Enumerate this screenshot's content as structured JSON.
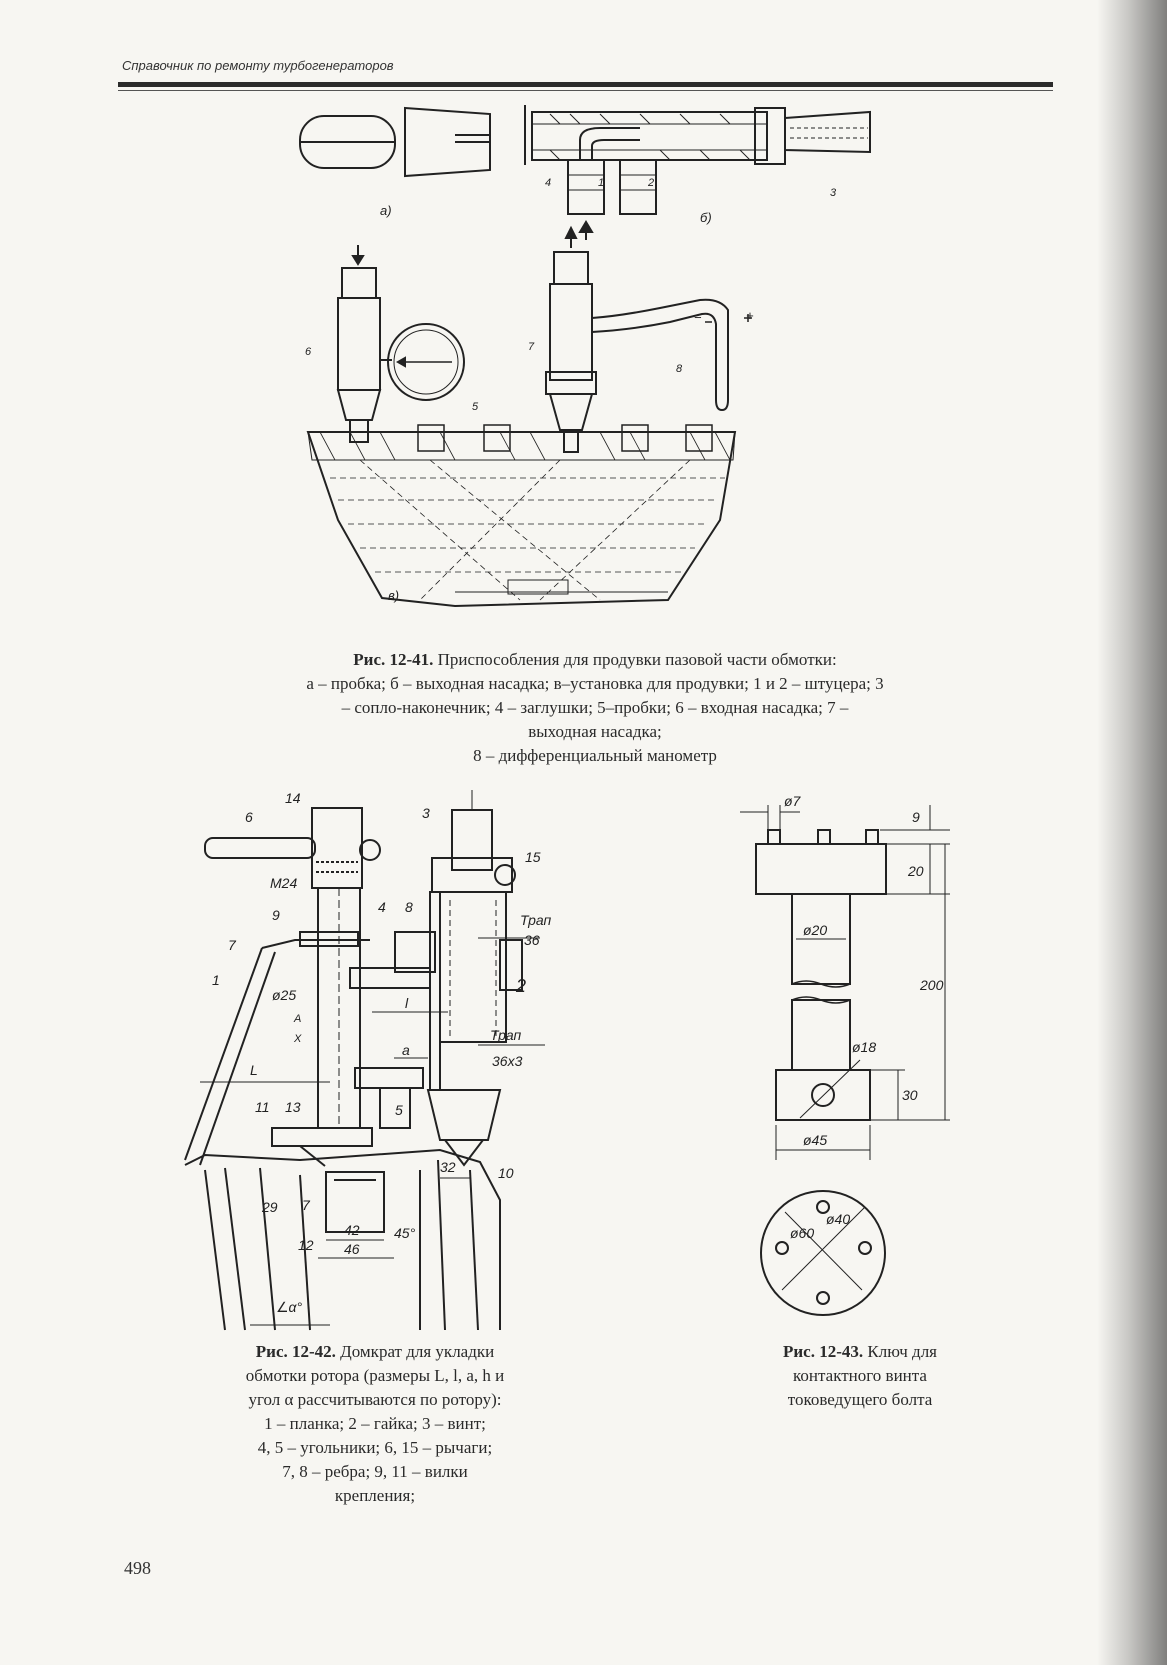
{
  "header": {
    "running_title": "Справочник по ремонту турбогенераторов"
  },
  "figure_41": {
    "sub_labels": [
      "а)",
      "б)",
      "в)"
    ],
    "callouts_b": [
      "4",
      "1",
      "2",
      "3"
    ],
    "callouts_v": [
      "6",
      "5",
      "7",
      "8",
      "−",
      "+"
    ],
    "caption_number": "Рис. 12-41.",
    "caption_title": "Приспособления для продувки пазовой части обмотки:",
    "caption_line2": "а – пробка; б – выходная насадка; в–установка для продувки; 1 и 2 – штуцера; 3",
    "caption_line3": "– сопло-наконечник; 4 – заглушки; 5–пробки; 6 – входная насадка; 7 –",
    "caption_line4": "выходная насадка;",
    "caption_line5": "8 – дифференциальный манометр"
  },
  "figure_42": {
    "callouts": [
      "14",
      "6",
      "3",
      "15",
      "M24",
      "9",
      "4",
      "8",
      "Трап",
      "36",
      "2",
      "7",
      "1",
      "ø25",
      "A",
      "X",
      "l",
      "Трап",
      "36x3",
      "L",
      "a",
      "5",
      "11",
      "13",
      "10",
      "32",
      "29",
      "7",
      "12",
      "42",
      "46",
      "45°",
      "∠α°"
    ],
    "caption_number": "Рис. 12-42.",
    "caption_title": "Домкрат для укладки",
    "caption_line2": "обмотки ротора (размеры L, l, a, h и",
    "caption_line3": "угол α рассчитываются по ротору):",
    "caption_line4": "1 – планка; 2 – гайка; 3 – винт;",
    "caption_line5": "4, 5 – угольники; 6, 15 – рычаги;",
    "caption_line6": "7, 8 – ребра; 9, 11 – вилки",
    "caption_line7": "крепления;"
  },
  "figure_43": {
    "dims": [
      "ø7",
      "9",
      "20",
      "ø20",
      "200",
      "ø18",
      "30",
      "ø45",
      "ø60",
      "ø40"
    ],
    "caption_number": "Рис. 12-43.",
    "caption_title": "Ключ для",
    "caption_line2": "контактного винта",
    "caption_line3": "токоведущего болта"
  },
  "footer": {
    "page_number": "498"
  }
}
